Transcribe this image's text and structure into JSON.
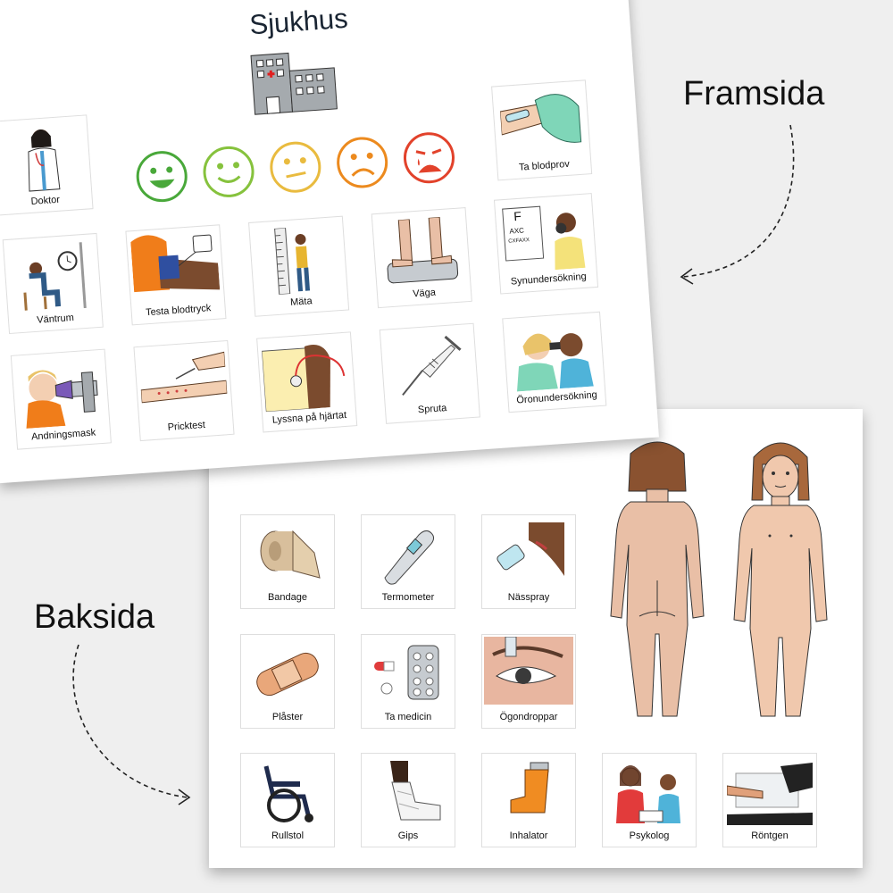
{
  "labels": {
    "front": "Framsida",
    "back": "Baksida"
  },
  "front": {
    "title": "Sjukhus",
    "cards": [
      {
        "label": "Doktor",
        "icon": "doctor-icon"
      },
      {
        "label": "Ta blodprov",
        "icon": "blood-test-icon"
      },
      {
        "label": "Väntrum",
        "icon": "waiting-room-icon"
      },
      {
        "label": "Testa blodtryck",
        "icon": "blood-pressure-icon"
      },
      {
        "label": "Mäta",
        "icon": "measure-height-icon"
      },
      {
        "label": "Väga",
        "icon": "scale-icon"
      },
      {
        "label": "Synundersökning",
        "icon": "eye-chart-icon"
      },
      {
        "label": "Andningsmask",
        "icon": "breathing-mask-icon"
      },
      {
        "label": "Pricktest",
        "icon": "prick-test-icon"
      },
      {
        "label": "Lyssna på hjärtat",
        "icon": "stethoscope-icon"
      },
      {
        "label": "Spruta",
        "icon": "syringe-icon"
      },
      {
        "label": "Öronundersökning",
        "icon": "ear-exam-icon"
      }
    ],
    "faces": [
      {
        "icon": "very-happy-face-icon",
        "color": "#49a83a"
      },
      {
        "icon": "happy-face-icon",
        "color": "#86c23d"
      },
      {
        "icon": "neutral-face-icon",
        "color": "#e9bb3f"
      },
      {
        "icon": "sad-face-icon",
        "color": "#ec8a1e"
      },
      {
        "icon": "crying-face-icon",
        "color": "#e2422b"
      }
    ]
  },
  "back": {
    "cards": [
      {
        "label": "Bandage",
        "icon": "bandage-roll-icon"
      },
      {
        "label": "Termometer",
        "icon": "thermometer-icon"
      },
      {
        "label": "Nässpray",
        "icon": "nasal-spray-icon"
      },
      {
        "label": "Plåster",
        "icon": "plaster-icon"
      },
      {
        "label": "Ta medicin",
        "icon": "pills-icon"
      },
      {
        "label": "Ögondroppar",
        "icon": "eye-drops-icon"
      },
      {
        "label": "Rullstol",
        "icon": "wheelchair-icon"
      },
      {
        "label": "Gips",
        "icon": "cast-icon"
      },
      {
        "label": "Inhalator",
        "icon": "inhaler-icon"
      },
      {
        "label": "Psykolog",
        "icon": "psychologist-icon"
      },
      {
        "label": "Röntgen",
        "icon": "x-ray-icon"
      }
    ]
  }
}
